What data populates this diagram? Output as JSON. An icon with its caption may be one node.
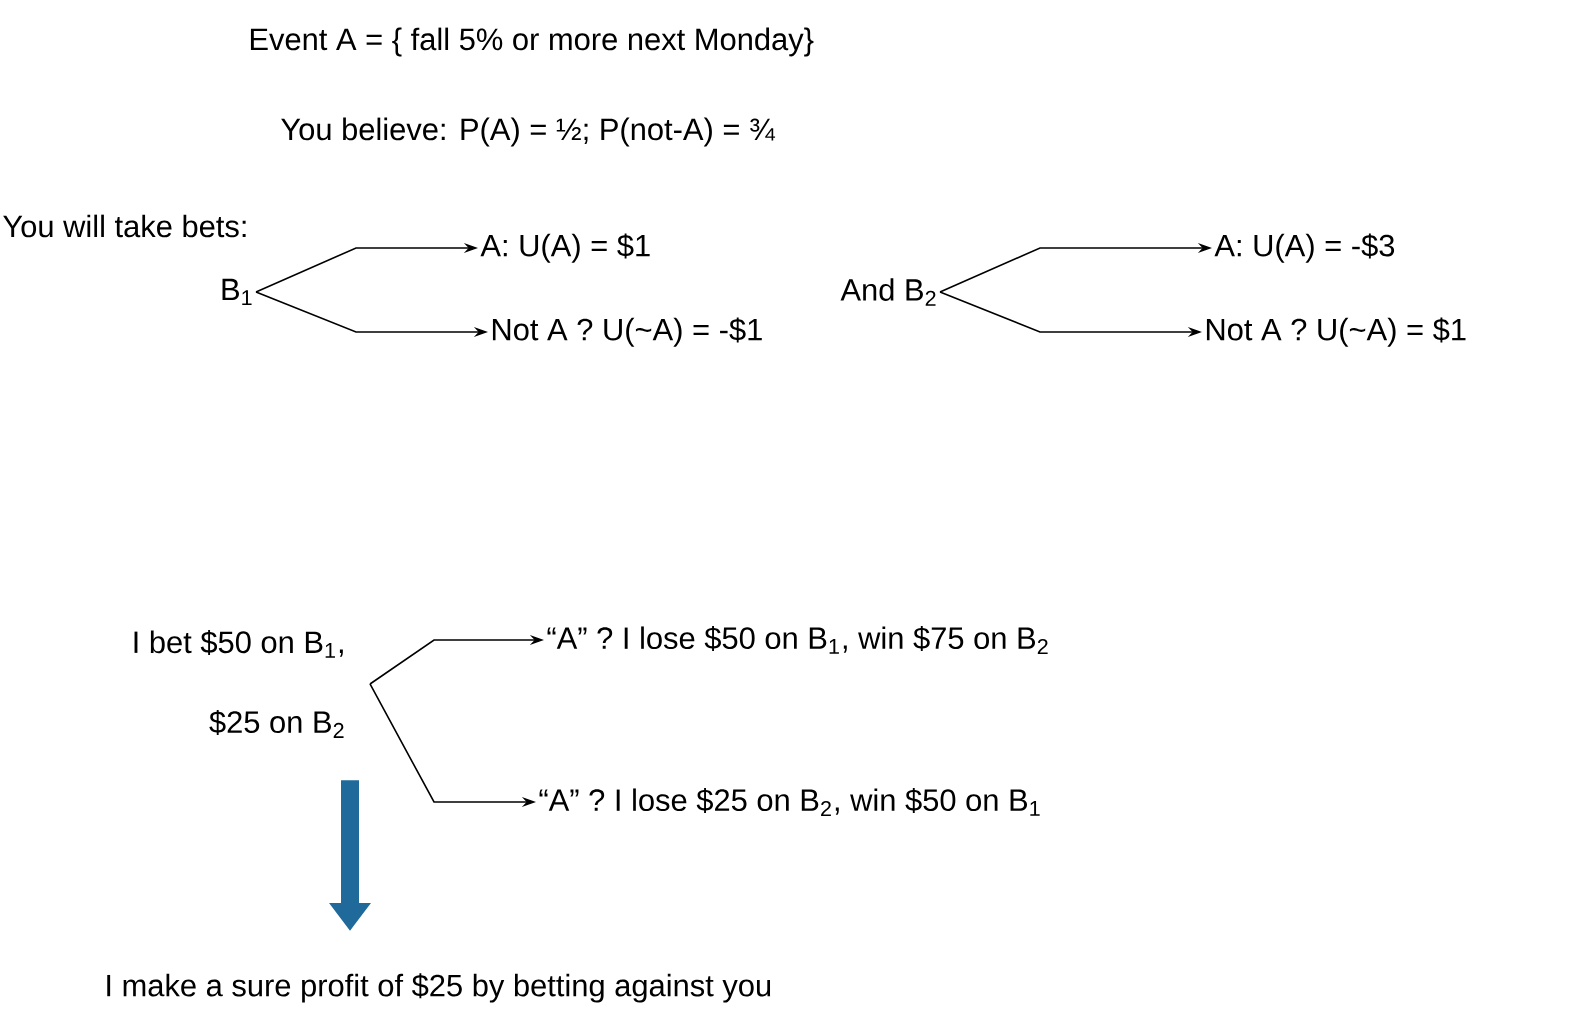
{
  "diagram": {
    "nodes": [
      {
        "text": [
          "B$_{1}$"
        ]
      },
      {
        "text": [
          "A: U(A) = $1"
        ]
      },
      {
        "text": [
          "Not A ?  U(~A) = -$1"
        ]
      },
      {
        "text": [
          "And B$_{2}$"
        ]
      },
      {
        "text": [
          "A: U(A) = -$3"
        ]
      },
      {
        "text": [
          "Not A ?  U(~A) = $1"
        ]
      },
      {
        "text": [
          "I bet $50 on B$_{1}$,",
          "$25 on B$_{2}$"
        ]
      },
      {
        "text": [
          "“A” ?  I lose $50 on B$_{1}$, win $75 on B$_{2}$"
        ]
      },
      {
        "text": [
          "“A” ?  I lose $25 on B$_{2}$, win $50 on B$_{1}$"
        ]
      },
      {
        "text": [
          "I make a sure profit of $25 by betting against you"
        ]
      }
    ],
    "edges": [
      {
        "from": 0,
        "to": 1,
        "arrow": "to"
      },
      {
        "from": 0,
        "to": 2,
        "arrow": "to"
      },
      {
        "from": 3,
        "to": 4,
        "arrow": "to"
      },
      {
        "from": 3,
        "to": 5,
        "arrow": "to"
      },
      {
        "from": 6,
        "to": 7,
        "arrow": "to"
      },
      {
        "from": 6,
        "to": 8,
        "arrow": "to"
      },
      {
        "from": 6,
        "to": 9,
        "arrow": "to",
        "style": "thick",
        "color": "#1f6a9a"
      }
    ],
    "labels": [
      "Event A = { fall 5% or more next Monday}",
      "You believe: P(A) = ½;  P(not-A) = ¾",
      "You will take bets:"
    ]
  }
}
